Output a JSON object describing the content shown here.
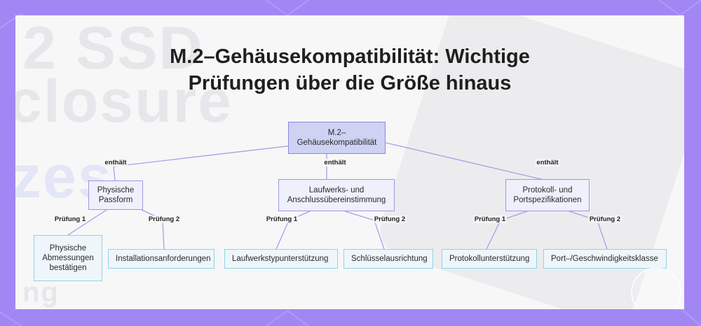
{
  "title": {
    "line1": "M.2–Gehäusekompatibilität: Wichtige",
    "line2": "Prüfungen über die Größe hinaus"
  },
  "background_words": {
    "w1": "2 SSD",
    "w2": "closure",
    "w3": "zes",
    "w4": "ng"
  },
  "nodes": {
    "root": "M.2–Gehäusekompatibilität",
    "physical": "Physische Passform",
    "drive": "Laufwerks- und Anschlussübereinstimmung",
    "protocol": "Protokoll- und Portspezifikationen",
    "leaf_dimensions": "Physische Abmessungen bestätigen",
    "leaf_install": "Installationsanforderungen",
    "leaf_drivetype": "Laufwerkstypunterstützung",
    "leaf_key": "Schlüsselausrichtung",
    "leaf_protocol": "Protokollunterstützung",
    "leaf_port": "Port–/Geschwindigkeitsklasse"
  },
  "edge_labels": {
    "contains": "enthält",
    "check1": "Prüfung 1",
    "check2": "Prüfung 2"
  },
  "colors": {
    "frame": "#a287f4",
    "root_fill": "#ced2f3",
    "mid_border": "#9d98e3",
    "leaf_border": "#8fd3e6",
    "link": "#a99fe6"
  }
}
